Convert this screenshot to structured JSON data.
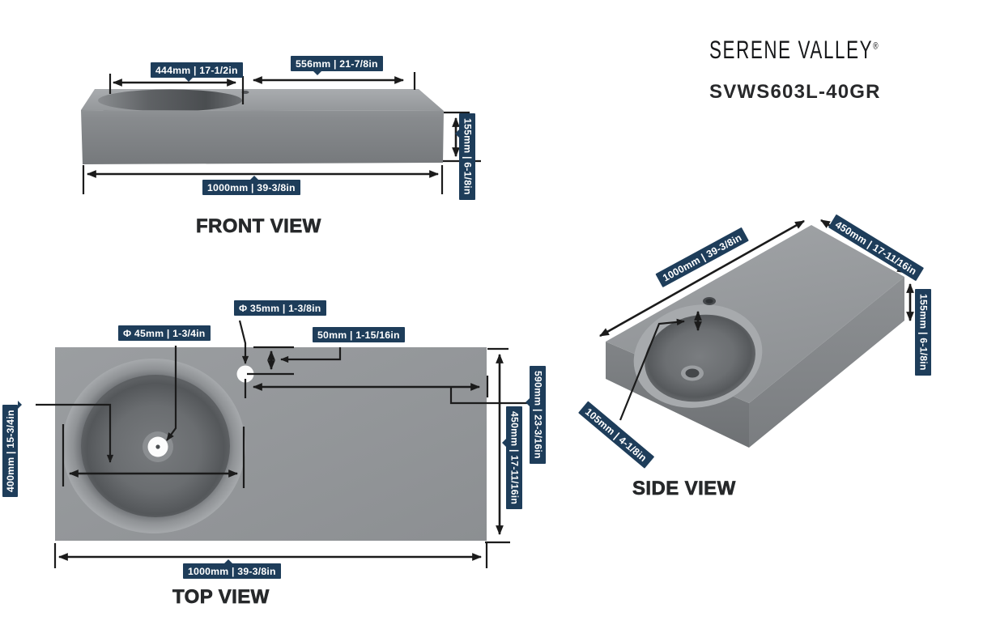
{
  "brand": {
    "name": "SERENE VALLEY",
    "reg_mark": "®",
    "model": "SVWS603L-40GR"
  },
  "front_view": {
    "title": "FRONT VIEW",
    "basin_section_width": "444mm | 17-1/2in",
    "counter_section_width": "556mm | 21-7/8in",
    "thickness": "155mm | 6-1/8in",
    "overall_width": "1000mm | 39-3/8in"
  },
  "top_view": {
    "title": "TOP VIEW",
    "drain_diameter": "Φ 45mm | 1-3/4in",
    "faucet_hole_diameter": "Φ 35mm | 1-3/8in",
    "faucet_offset_from_back": "50mm | 1-15/16in",
    "basin_diameter": "400mm | 15-3/4in",
    "faucet_to_right_edge": "590mm | 23-3/16in",
    "overall_depth": "450mm | 17-11/16in",
    "overall_width": "1000mm | 39-3/8in"
  },
  "side_view": {
    "title": "SIDE VIEW",
    "overall_length": "1000mm | 39-3/8in",
    "overall_depth": "450mm | 17-11/16in",
    "thickness": "155mm | 6-1/8in",
    "basin_depth": "105mm | 4-1/8in"
  },
  "colors": {
    "label_bg": "#1e3d5a",
    "label_text": "#ffffff",
    "dimension_line": "#1b1b1b",
    "title_text": "#26282a",
    "sink_gray_light": "#9b9ea1",
    "sink_gray_mid": "#8d9093",
    "sink_gray_dark": "#55585b",
    "background": "#ffffff"
  }
}
